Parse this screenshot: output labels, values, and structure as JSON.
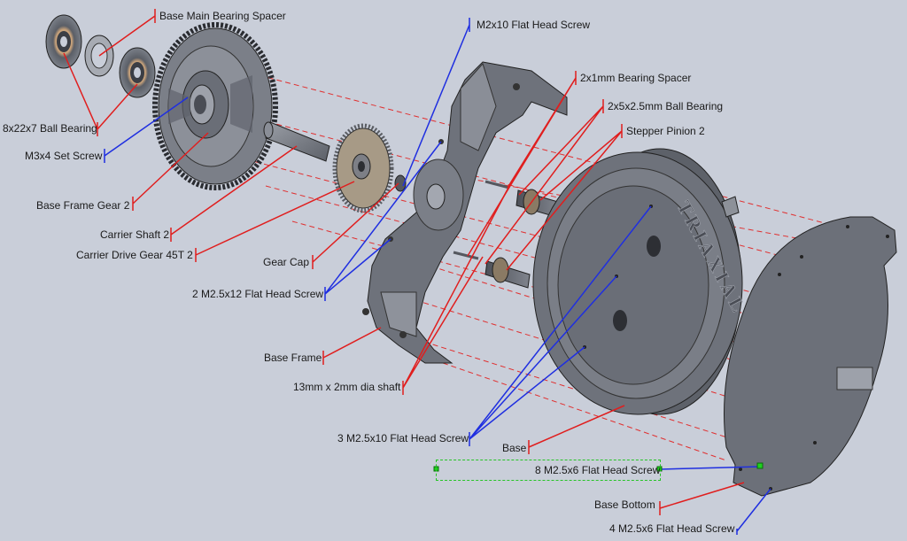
{
  "model": {
    "embossed_text": "TRIAXIAL"
  },
  "callouts": {
    "base_main_bearing_spacer": "Base Main Bearing Spacer",
    "m2x10_flat_head_screw": "M2x10 Flat Head Screw",
    "bearing_spacer_2x1": "2x1mm Bearing Spacer",
    "ball_bearing_2x5": "2x5x2.5mm Ball Bearing",
    "stepper_pinion_2": "Stepper Pinion 2",
    "ball_bearing_8x22": "8x22x7 Ball Bearing",
    "m3x4_set_screw": "M3x4 Set Screw",
    "base_frame_gear_2": "Base Frame Gear 2",
    "carrier_shaft_2": "Carrier Shaft 2",
    "carrier_drive_gear": "Carrier Drive Gear 45T 2",
    "gear_cap": "Gear Cap",
    "m25x12_flat_head_screw": "2 M2.5x12 Flat Head Screw",
    "base_frame": "Base Frame",
    "shaft_13mm": "13mm x 2mm dia shaft",
    "m25x10_flat_head_screw": "3 M2.5x10 Flat Head Screw",
    "base": "Base",
    "m25x6_flat_head_screw_8": "8 M2.5x6 Flat Head Screw",
    "base_bottom": "Base Bottom",
    "m25x6_flat_head_screw_4": "4 M2.5x6 Flat Head Screw"
  },
  "colors": {
    "background": "#c9ced9",
    "part_fill": "#6f737c",
    "part_dark": "#3f4249",
    "part_light": "#8e939c",
    "leader_red": "#e01e1e",
    "leader_blue": "#1f2fe0",
    "explode_line": "#e03030",
    "selection_green": "#27c427"
  }
}
